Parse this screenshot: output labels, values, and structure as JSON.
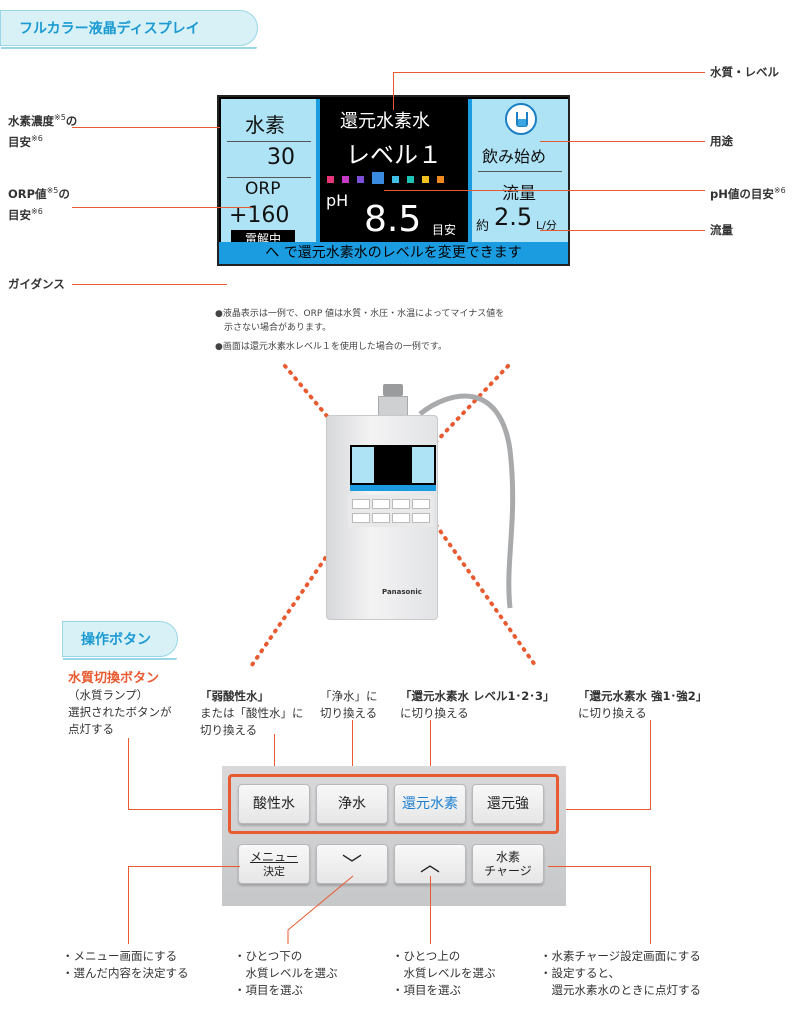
{
  "section1": {
    "title": "フルカラー液晶ディスプレイ"
  },
  "section2": {
    "title": "操作ボタン"
  },
  "lcd": {
    "left_title": "水素",
    "left_value": "30",
    "orp_label": "ORP",
    "orp_value": "+160",
    "status": "電解中",
    "mid_title": "還元水素水",
    "level": "レベル１",
    "ph_label": "pH",
    "ph_value": "8.5",
    "ph_suffix": "目安",
    "use_label": "飲み始め",
    "flow_title": "流量",
    "flow_prefix": "約",
    "flow_value": "2.5",
    "flow_unit": "L/分",
    "guidance": "へ で還元水素水のレベルを変更できます",
    "dot_colors": [
      "#e8357a",
      "#c53bc5",
      "#7b4fd8",
      "#3a8ae0",
      "#3fc0e8",
      "#1fc4b8",
      "#f0c020",
      "#f08a20"
    ]
  },
  "labels": {
    "h2_conc": "水素濃度",
    "h2_conc_note": "※5",
    "h2_conc_line2": "の",
    "h2_conc_line3": "目安",
    "h2_conc_note2": "※6",
    "orp": "ORP値",
    "orp_note": "※5",
    "orp_line2": "の",
    "orp_line3": "目安",
    "orp_note2": "※6",
    "guidance": "ガイダンス",
    "quality_level": "水質・レベル",
    "use": "用途",
    "ph_guide": "pH値の目安",
    "ph_note": "※6",
    "flow": "流量"
  },
  "notes": [
    "●液晶表示は一例で、ORP 値は水質・水圧・水温によってマイナス値を",
    "　示さない場合があります。",
    "●画面は還元水素水レベル１を使用した場合の一例です。"
  ],
  "device": {
    "brand": "Panasonic"
  },
  "buttons": {
    "acid": "酸性水",
    "pure": "浄水",
    "reduced": "還元水素",
    "strong": "還元強",
    "menu_top": "メニュー",
    "menu_bottom": "決定",
    "down": "﹀",
    "up": "︿",
    "charge_top": "水素",
    "charge_bottom": "チャージ"
  },
  "captions": {
    "switch_title": "水質切換ボタン",
    "switch_l1": "（水質ランプ）",
    "switch_l2": "選択されたボタンが",
    "switch_l3": "点灯する",
    "acid_l1": "「弱酸性水」",
    "acid_l2": "または「酸性水」に",
    "acid_l3": "切り換える",
    "pure_l1": "「浄水」に",
    "pure_l2": "切り換える",
    "reduced_l1": "「還元水素水 レベル1･2･3」",
    "reduced_l2": "に切り換える",
    "strong_l1": "「還元水素水 強1･強2」",
    "strong_l2": "に切り換える",
    "menu_l1": "・メニュー画面にする",
    "menu_l2": "・選んだ内容を決定する",
    "down_l1": "・ひとつ下の",
    "down_l2": "　水質レベルを選ぶ",
    "down_l3": "・項目を選ぶ",
    "up_l1": "・ひとつ上の",
    "up_l2": "　水質レベルを選ぶ",
    "up_l3": "・項目を選ぶ",
    "charge_l1": "・水素チャージ設定画面にする",
    "charge_l2": "・設定すると、",
    "charge_l3": "　還元水素水のときに点灯する"
  }
}
